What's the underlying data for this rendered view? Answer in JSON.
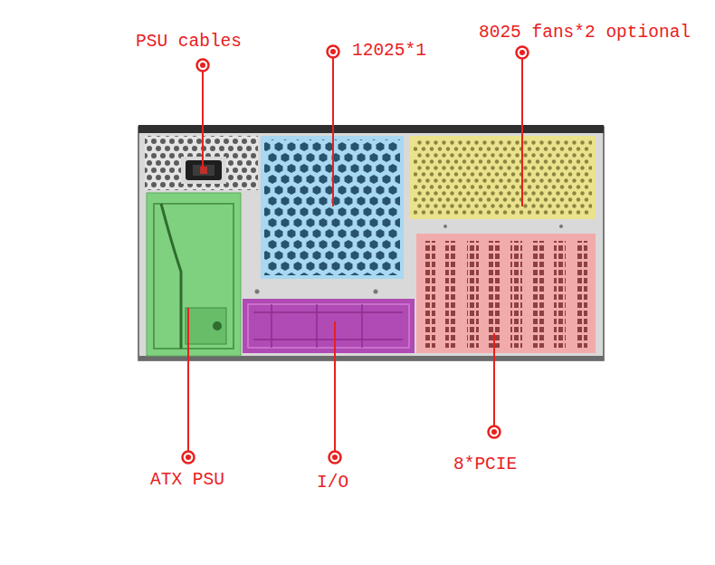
{
  "diagram": {
    "labels": [
      "PSU cables",
      "12025*1",
      "8025 fans*2 optional",
      "ATX PSU",
      "I/O",
      "8*PCIE"
    ]
  }
}
